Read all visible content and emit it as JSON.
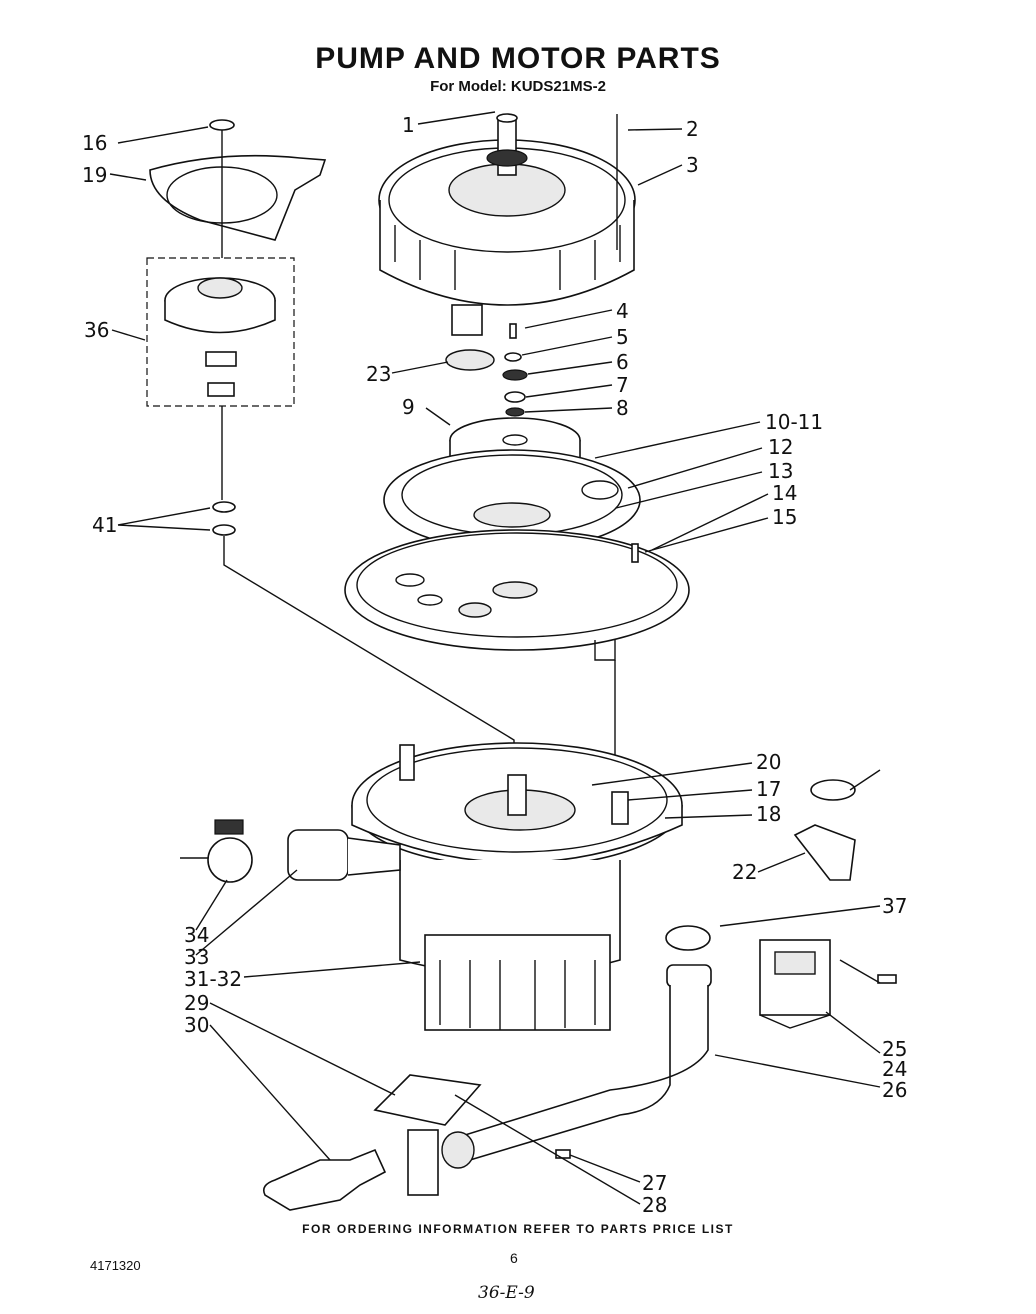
{
  "header": {
    "title": "PUMP AND MOTOR PARTS",
    "model_line": "For Model: KUDS21MS-2"
  },
  "callouts": [
    "1",
    "2",
    "3",
    "4",
    "5",
    "6",
    "7",
    "8",
    "9",
    "10-11",
    "12",
    "13",
    "14",
    "15",
    "16",
    "19",
    "20",
    "17",
    "18",
    "22",
    "23",
    "36",
    "41",
    "34",
    "33",
    "31-32",
    "29",
    "30",
    "37",
    "25",
    "24",
    "26",
    "27",
    "28"
  ],
  "footer": {
    "ordering_note": "FOR ORDERING INFORMATION REFER TO PARTS PRICE LIST",
    "document_number": "4171320",
    "page_number": "6",
    "handwritten_note": "36-E-9"
  }
}
